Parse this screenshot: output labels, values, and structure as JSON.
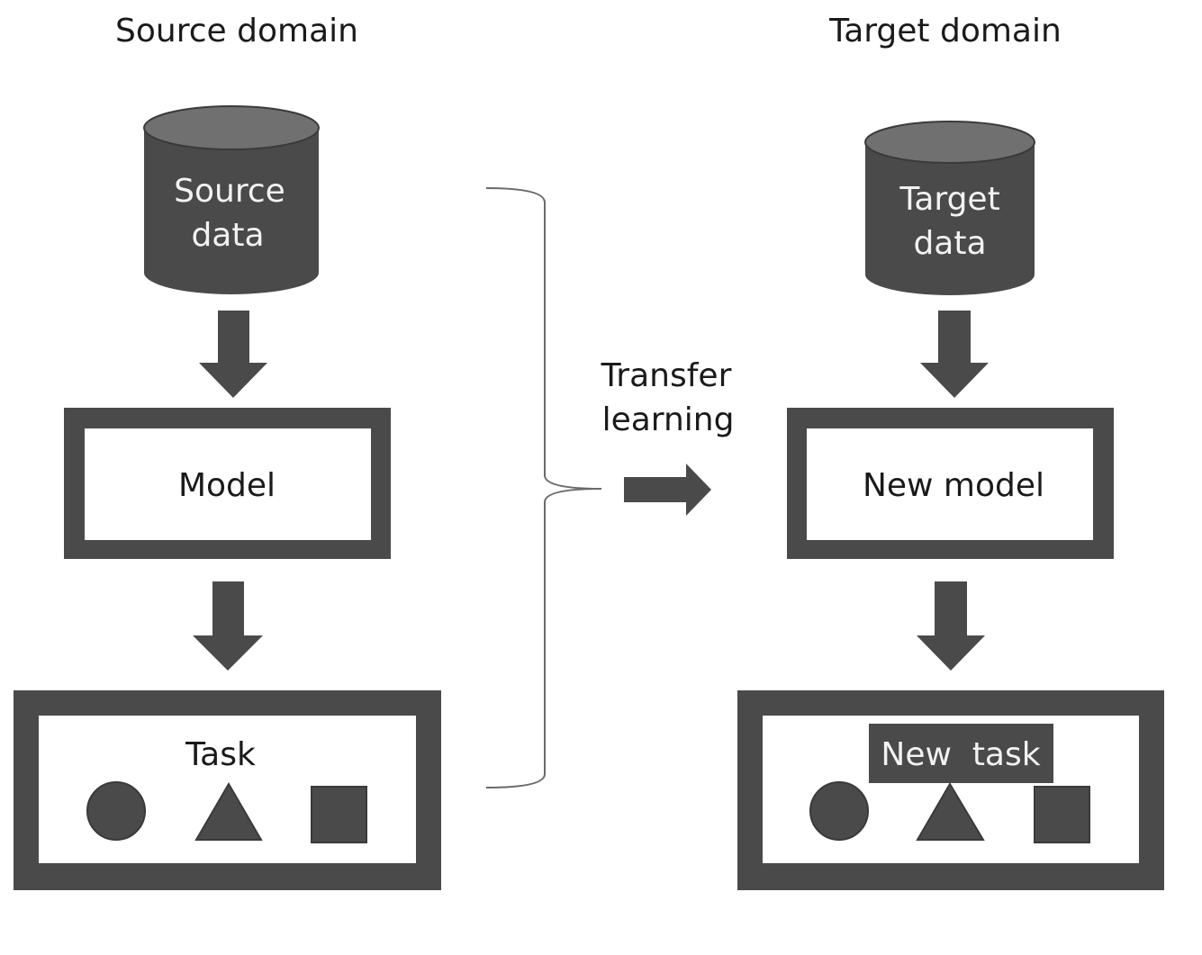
{
  "colors": {
    "dark": "#4a4a4a",
    "cylinder_top": "#6e6e6e",
    "bracket": "#6a6a6a",
    "background": "#ffffff",
    "text_dark": "#1a1a1a",
    "text_light": "#f2f2f2"
  },
  "source": {
    "heading": "Source domain",
    "data_line1": "Source",
    "data_line2": "data",
    "model": "Model",
    "task": "Task"
  },
  "transfer": {
    "line1": "Transfer",
    "line2": "learning"
  },
  "target": {
    "heading": "Target domain",
    "data_line1": "Target",
    "data_line2": "data",
    "model": "New model",
    "task": "New  task"
  },
  "icons": [
    "circle-icon",
    "triangle-icon",
    "square-icon"
  ]
}
